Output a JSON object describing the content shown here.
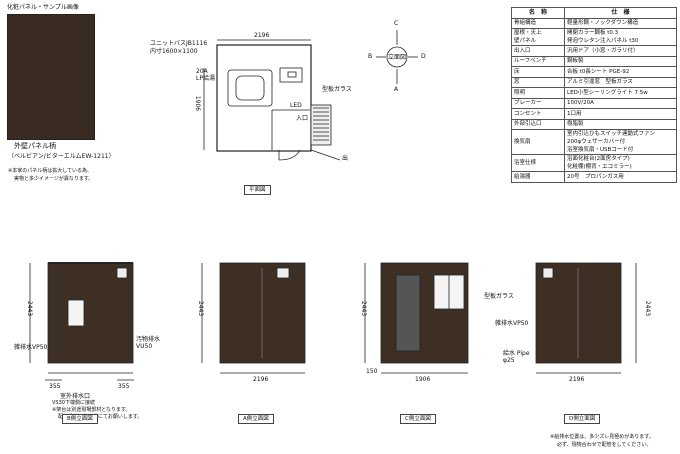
{
  "swatch": {
    "title": "化粧パネル・サンプル画像",
    "caption_line1": "外壁パネル柄",
    "caption_line2": "（ベルビアン/ビターエルムEW-1211）",
    "note_line1": "※本家のパネル柄は拡大している為、",
    "note_line2": "実物と多少イメージが異なります。",
    "color": "#3a2b22"
  },
  "plan": {
    "width_dim": "2196",
    "depth_dim": "1906",
    "unit_bath_label": "ユニットバスJB1116",
    "inner_dim_label": "内寸1600×1100",
    "outlet_label": "20A\nLP給湯",
    "led_label": "LED",
    "entrance_label": "入口",
    "glass_label": "型板ガラス",
    "exit_label": "出",
    "caption": "平面図"
  },
  "compass": {
    "center": "立面図",
    "top": "C",
    "left": "B",
    "right": "D",
    "bottom": "A"
  },
  "spec_table": {
    "header_name": "名　称",
    "header_spec": "仕　様",
    "rows": [
      {
        "name": "骨組構造",
        "spec": "軽量形鋼・ノックダウン構造"
      },
      {
        "name": "屋根・天上\n壁パネル",
        "spec": "開閉カラー鋼板 t0.3\n発泡ウレタン注入パネル t30"
      },
      {
        "name": "出入口",
        "spec": "汎用ドア（小窓・ガラリ付）"
      },
      {
        "name": "ルーフベンチ",
        "spec": "鋼板製"
      },
      {
        "name": "床",
        "spec": "合板 t0長シート PGE-92"
      },
      {
        "name": "窓",
        "spec": "アルミ引違窓　型板ガラス"
      },
      {
        "name": "照明",
        "spec": "LED小型シーリングライト 7.5w"
      },
      {
        "name": "ブレーカー",
        "spec": "100V/20A"
      },
      {
        "name": "コンセント",
        "spec": "1口用"
      },
      {
        "name": "外部引込口",
        "spec": "樹脂製"
      },
      {
        "name": "換気扇",
        "spec": "室内引込ひもスイッチ連動式ファン\n200φウェザーカバー付\n浴室換気扇・USBコード付"
      },
      {
        "name": "浴室仕様",
        "spec": "浴面化粧台(2面房タイプ)\n化粧棚(棚背・エコミラー)"
      },
      {
        "name": "給湯器",
        "spec": "20号　プロパンガス用"
      }
    ]
  },
  "elevations": {
    "height_dim": "2443",
    "width_dim": "2196",
    "depth_dim": "1906",
    "left_sub_dim": "355",
    "right_sub_dim": "355",
    "side_sub_dim": "150",
    "b_labels": {
      "drain": "雑排水VP50",
      "waste": "汚物排水\nVU50",
      "note1": "室外排水口",
      "note2": "VS30下端側に接続",
      "note3": "※架台は別途現場部材となります。",
      "note4": "配管設計は施主様にてお願いします。"
    },
    "c_glass": "型板ガラス",
    "d_labels": {
      "drain": "雑排水VP50",
      "pipe": "給水 Pipe\nφ25"
    },
    "captions": [
      "B側立面図",
      "A側立面図",
      "C側立面図",
      "D側立面図"
    ]
  },
  "footer": {
    "line1": "※給排水位置は、多少ズレ見極めがあります。",
    "line2": "必ず、現物合わせで配管をしてください。"
  }
}
